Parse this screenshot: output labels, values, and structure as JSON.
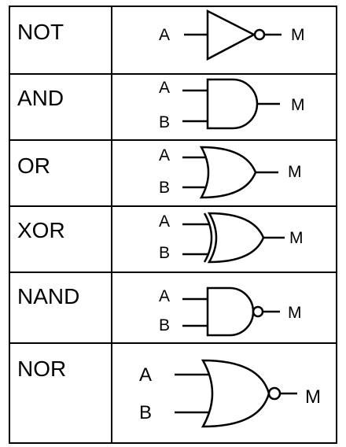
{
  "table": {
    "rows": [
      {
        "gate": "NOT",
        "inputs": [
          "A"
        ],
        "output": "M"
      },
      {
        "gate": "AND",
        "inputs": [
          "A",
          "B"
        ],
        "output": "M"
      },
      {
        "gate": "OR",
        "inputs": [
          "A",
          "B"
        ],
        "output": "M"
      },
      {
        "gate": "XOR",
        "inputs": [
          "A",
          "B"
        ],
        "output": "M"
      },
      {
        "gate": "NAND",
        "inputs": [
          "A",
          "B"
        ],
        "output": "M"
      },
      {
        "gate": "NOR",
        "inputs": [
          "A",
          "B"
        ],
        "output": "M"
      }
    ]
  }
}
